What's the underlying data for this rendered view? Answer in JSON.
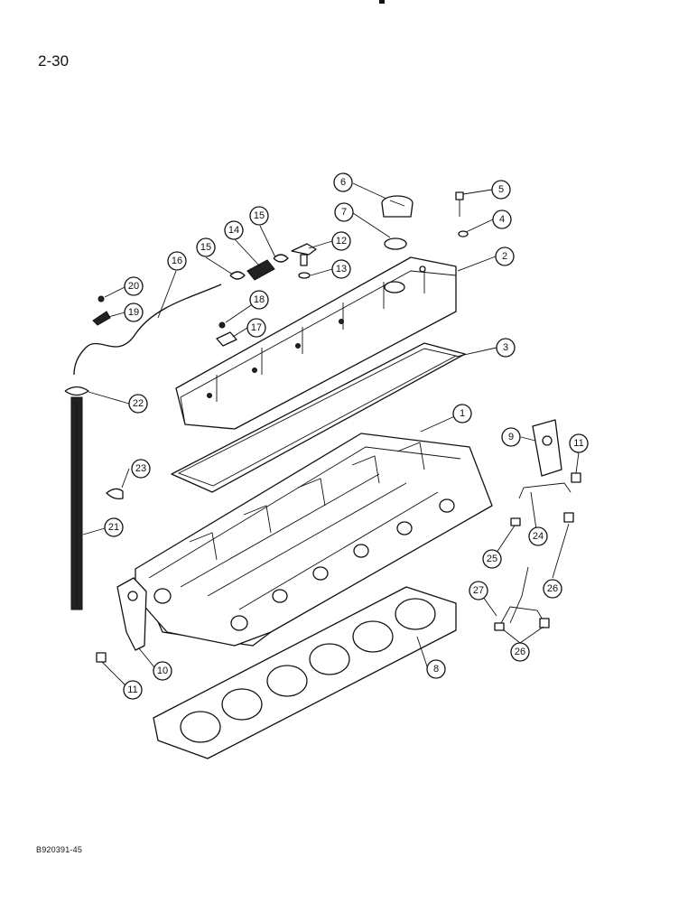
{
  "page": {
    "number": "2-30",
    "figure_code": "B920391-45"
  },
  "callouts": [
    "1",
    "2",
    "3",
    "4",
    "5",
    "6",
    "7",
    "8",
    "9",
    "10",
    "11",
    "11",
    "12",
    "13",
    "14",
    "15",
    "15",
    "16",
    "17",
    "18",
    "19",
    "20",
    "21",
    "22",
    "23",
    "24",
    "25",
    "26",
    "26",
    "27"
  ]
}
